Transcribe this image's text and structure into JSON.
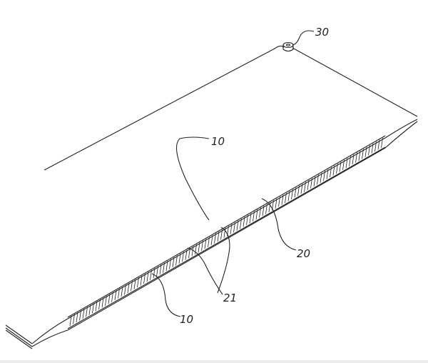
{
  "figure": {
    "labels": {
      "connector": "30",
      "sheet_upper": "10",
      "sheet_lower": "10",
      "core": "20",
      "cells": "21"
    },
    "colors": {
      "line": "#222222",
      "background": "#ffffff"
    }
  }
}
